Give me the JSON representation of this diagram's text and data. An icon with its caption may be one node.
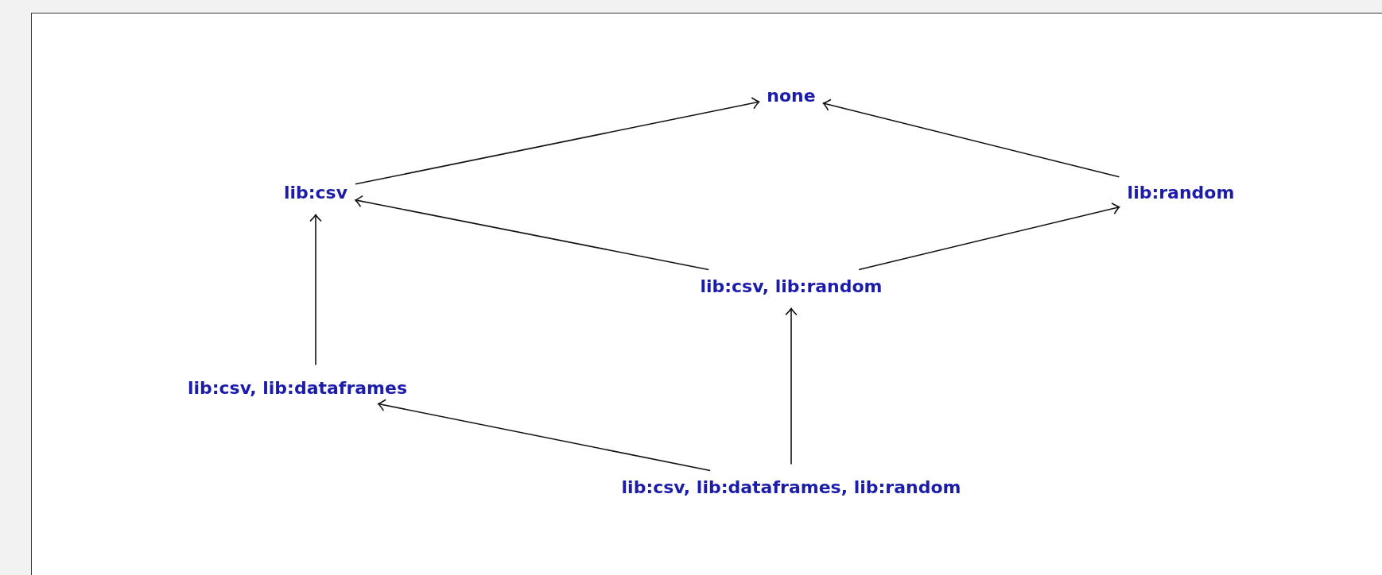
{
  "diagram": {
    "nodes": [
      {
        "text": [
          "none"
        ]
      },
      {
        "text": [
          "lib:csv"
        ]
      },
      {
        "text": [
          "lib:random"
        ]
      },
      {
        "text": [
          "lib:csv, lib:random"
        ]
      },
      {
        "text": [
          "lib:csv, lib:dataframes"
        ]
      },
      {
        "text": [
          "lib:csv, lib:dataframes, lib:random"
        ]
      }
    ],
    "edges": [
      {
        "from": 1,
        "to": 0,
        "arrow": "to"
      },
      {
        "from": 2,
        "to": 0,
        "arrow": "to"
      },
      {
        "from": 3,
        "to": 1,
        "arrow": "to"
      },
      {
        "from": 3,
        "to": 2,
        "arrow": "to"
      },
      {
        "from": 4,
        "to": 1,
        "arrow": "to"
      },
      {
        "from": 5,
        "to": 4,
        "arrow": "to"
      },
      {
        "from": 5,
        "to": 3,
        "arrow": "to"
      }
    ]
  }
}
